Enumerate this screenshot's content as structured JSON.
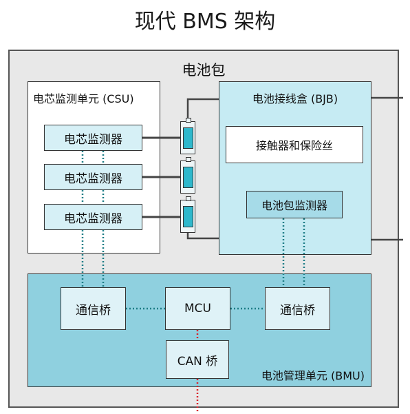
{
  "title": "现代 BMS 架构",
  "pack": {
    "label": "电池包"
  },
  "csu": {
    "label": "电芯监测单元 (CSU)",
    "cells": [
      "电芯监测器",
      "电芯监测器",
      "电芯监测器"
    ]
  },
  "bjb": {
    "label": "电池接线盒 (BJB)",
    "contactor_label": "接触器和保险丝",
    "pack_monitor_label": "电池包监测器"
  },
  "bmu": {
    "label": "电池管理单元 (BMU)",
    "comm_left": "通信桥",
    "mcu": "MCU",
    "comm_right": "通信桥",
    "can": "CAN 桥"
  },
  "colors": {
    "dotted_teal": "#1d7d86",
    "dotted_red": "#d8202a",
    "bmu_fill": "#8fd0df",
    "bjb_fill": "#c6ebf3"
  }
}
